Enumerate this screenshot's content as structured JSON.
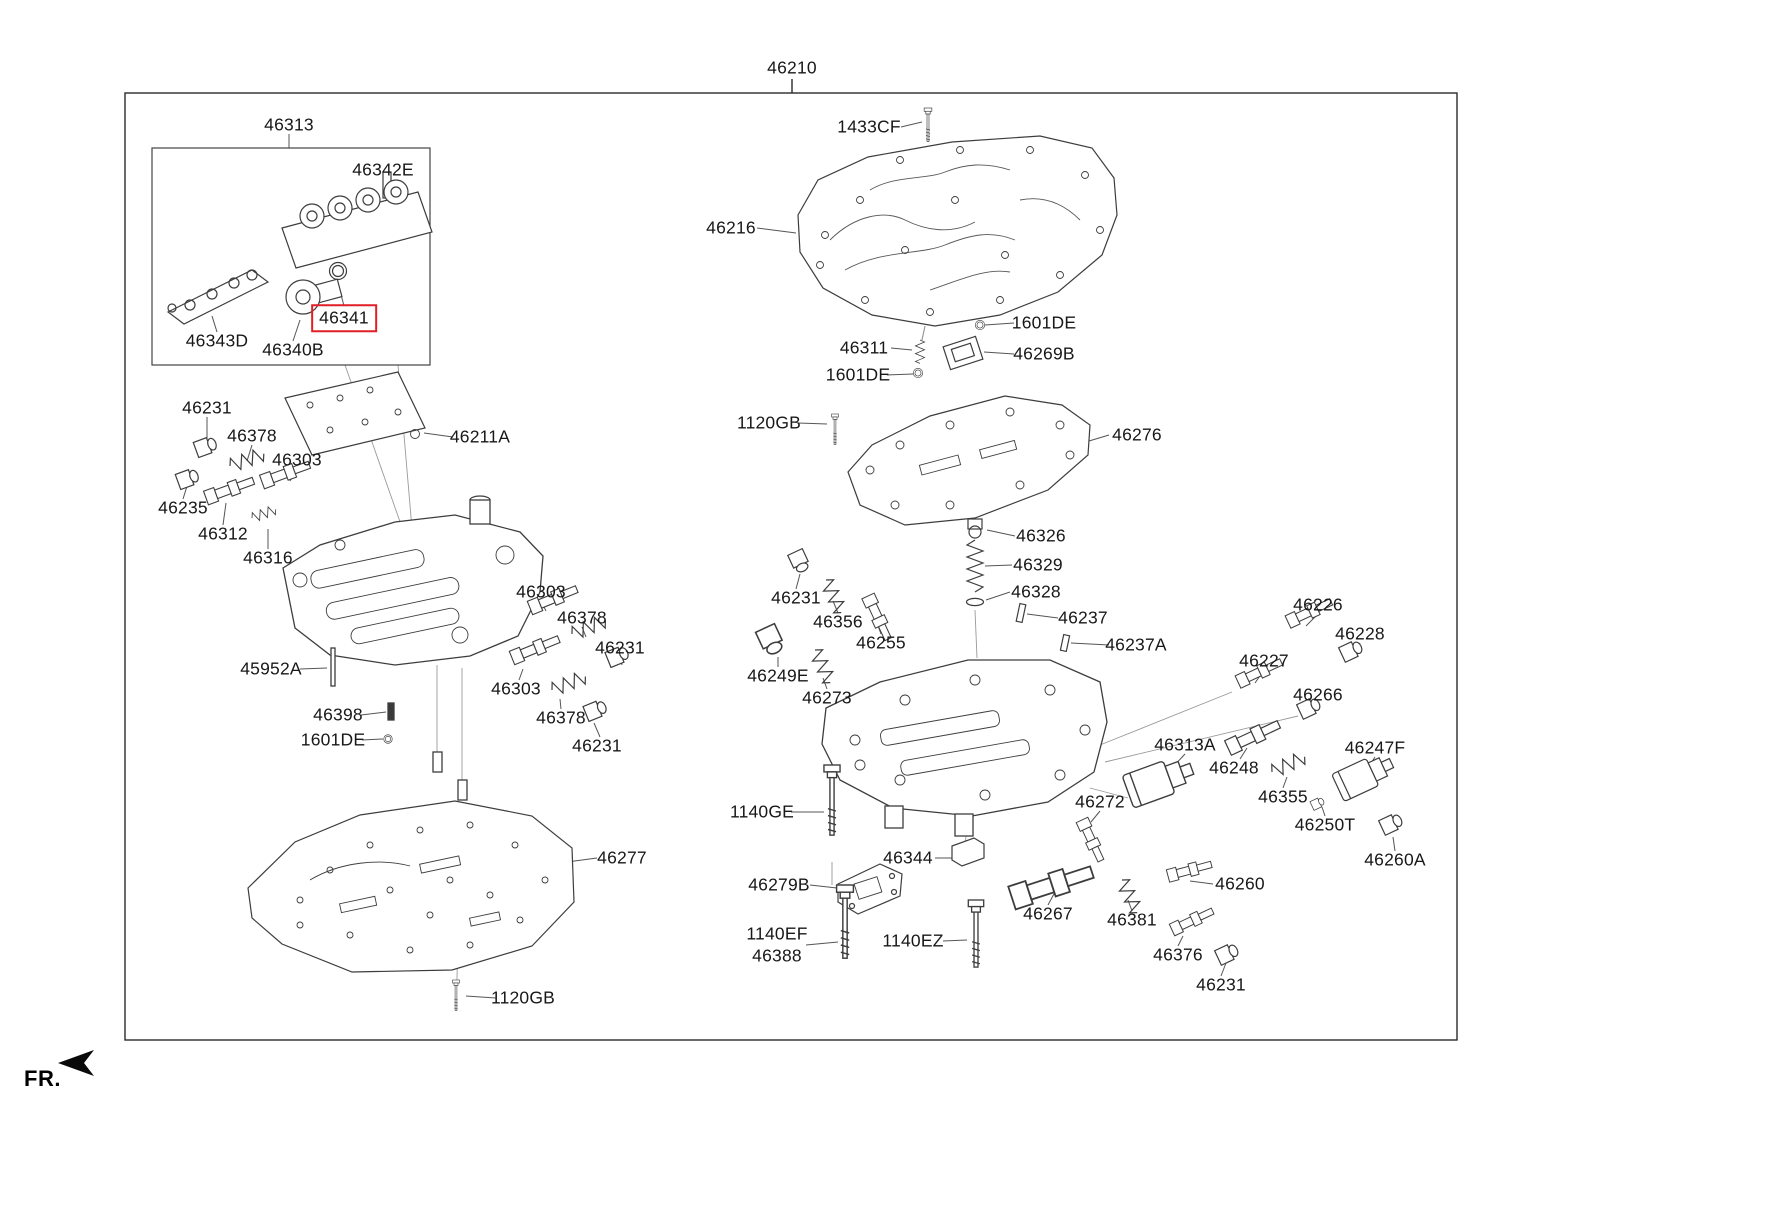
{
  "diagram": {
    "root_part": "46210",
    "fr_indicator": "FR.",
    "highlighted_part": "46341",
    "highlight_color": "#e01f26",
    "line_color": "#3d3d3d",
    "background_color": "#ffffff"
  },
  "parts": {
    "p46210": "46210",
    "p46313": "46313",
    "p46342E": "46342E",
    "p46343D": "46343D",
    "p46340B": "46340B",
    "p46341": "46341",
    "p1433CF": "1433CF",
    "p46216": "46216",
    "p1601DE": "1601DE",
    "p46311": "46311",
    "p46269B": "46269B",
    "p1120GB": "1120GB",
    "p46276": "46276",
    "p46231": "46231",
    "p46378": "46378",
    "p46303": "46303",
    "p46235": "46235",
    "p46312": "46312",
    "p46316": "46316",
    "p46211A": "46211A",
    "p46326": "46326",
    "p46329": "46329",
    "p46328": "46328",
    "p46356": "46356",
    "p46255": "46255",
    "p46237": "46237",
    "p46237A": "46237A",
    "p46226": "46226",
    "p46228": "46228",
    "p46227": "46227",
    "p46249E": "46249E",
    "p46273": "46273",
    "p46266": "46266",
    "p45952A": "45952A",
    "p46398": "46398",
    "p46277": "46277",
    "p46313A": "46313A",
    "p46248": "46248",
    "p46247F": "46247F",
    "p46355": "46355",
    "p46272": "46272",
    "p46250T": "46250T",
    "p46260": "46260",
    "p46260A": "46260A",
    "p1140GE": "1140GE",
    "p46344": "46344",
    "p46279B": "46279B",
    "p46267": "46267",
    "p46381": "46381",
    "p1140EF": "1140EF",
    "p46388": "46388",
    "p1140EZ": "1140EZ",
    "p46376": "46376"
  }
}
